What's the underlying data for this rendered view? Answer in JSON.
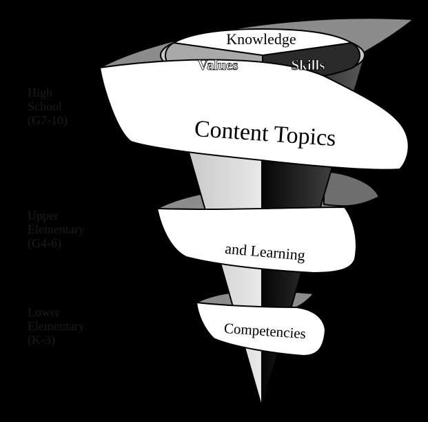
{
  "levels": [
    {
      "lines": [
        "High",
        "School",
        "(G7-10)"
      ]
    },
    {
      "lines": [
        "Upper",
        "Elementary",
        "(G4-6)"
      ]
    },
    {
      "lines": [
        "Lower",
        "Elementary",
        "(K-3)"
      ]
    }
  ],
  "top": {
    "knowledge": "Knowledge",
    "values": "Values",
    "skills": "Skills"
  },
  "ribbons": {
    "content_topics": "Content Topics",
    "and_learning": "and Learning",
    "competencies": "Competencies"
  },
  "colors": {
    "background": "#000000",
    "ribbon": "#ffffff",
    "ribbon_back": "#8c8c8c",
    "cone_light": "#cfcfcf",
    "cone_dark": "#1a1a1a",
    "level_text": "#1a1a1a"
  }
}
